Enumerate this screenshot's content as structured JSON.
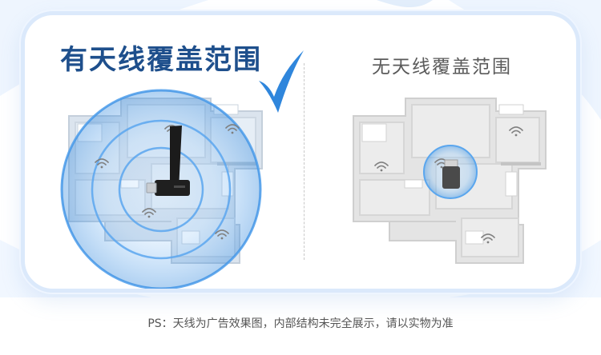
{
  "left_panel": {
    "title": "有天线覆盖范围",
    "check_icon": "checkmark-icon",
    "wifi_icon": "wifi-icon",
    "adapter": "usb-wifi-adapter-with-antenna",
    "coverage_color": "#3a8fe0"
  },
  "right_panel": {
    "title": "无天线覆盖范围",
    "wifi_icon": "wifi-icon",
    "adapter": "usb-wifi-adapter-no-antenna",
    "coverage_color": "#3a8fe0"
  },
  "footnote": {
    "text": "PS：天线为广告效果图，内部结构未完全展示，请以实物为准"
  },
  "colors": {
    "title_left": "#1e4f8c",
    "title_right": "#5a5a5a",
    "card_border": "#dbe9fb",
    "floorplan_left": "#dde7f0",
    "floorplan_right": "#e6e6e6"
  }
}
